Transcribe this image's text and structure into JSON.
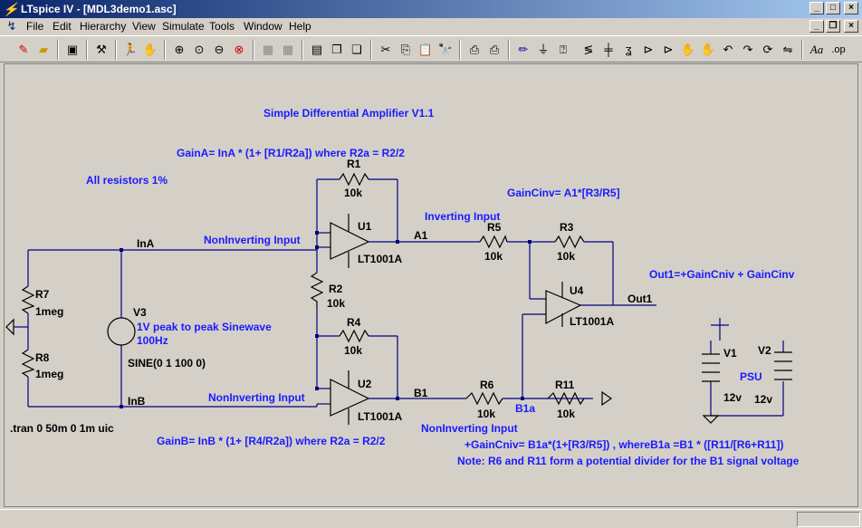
{
  "window": {
    "title": "LTspice IV - [MDL3demo1.asc]"
  },
  "menu": [
    "File",
    "Edit",
    "Hierarchy",
    "View",
    "Simulate",
    "Tools",
    "Window",
    "Help"
  ],
  "toolbar": {
    "icons": [
      "new-schematic-icon",
      "open-icon",
      "save-icon",
      "control-panel-icon",
      "run-icon",
      "halt-icon",
      "zoom-in-icon",
      "pan-icon",
      "zoom-out-icon",
      "zoom-cancel-icon",
      "autorange-icon",
      "fit-icon",
      "tile-horizontal-icon",
      "cascade-icon",
      "close-all-icon",
      "cut-icon",
      "copy-icon",
      "paste-icon",
      "find-icon",
      "print-setup-icon",
      "print-icon",
      "wire-icon",
      "ground-icon",
      "label-net-icon",
      "resistor-icon",
      "capacitor-icon",
      "inductor-icon",
      "diode-icon",
      "component-icon",
      "move-icon",
      "drag-icon",
      "undo-icon",
      "redo-icon",
      "rotate-icon",
      "mirror-icon",
      "text-icon",
      "spice-directive-icon"
    ]
  },
  "schematic": {
    "title": "Simple Differential Amplifier V1.1",
    "notes": {
      "gainA": "GainA= InA * (1+ [R1/R2a]) where R2a = R2/2",
      "resistors": "All resistors 1%",
      "gainCinv": "GainCinv= A1*[R3/R5]",
      "inverting_input": "Inverting Input",
      "out1_eq": "Out1=+GainCniv + GainCinv",
      "noninv_a": "NonInverting Input",
      "noninv_b": "NonInverting Input",
      "noninv_c": "NonInverting Input",
      "gainB": "GainB= InB * (1+ [R4/R2a]) where R2a = R2/2",
      "gainCniv": "+GainCniv= B1a*(1+[R3/R5]) , whereB1a =B1 * ([R11/[R6+R11])",
      "divider_note": "Note: R6 and R11 form a potential divider for the B1 signal voltage",
      "psu": "PSU",
      "sine_desc_1": "1V peak  to peak Sinewave",
      "sine_desc_2": "100Hz",
      "tran": ".tran 0 50m 0 1m uic"
    },
    "nets": {
      "InA": "InA",
      "InB": "InB",
      "A1": "A1",
      "B1": "B1",
      "B1a": "B1a",
      "Out1": "Out1"
    },
    "components": {
      "R1": {
        "name": "R1",
        "value": "10k"
      },
      "R2": {
        "name": "R2",
        "value": "10k"
      },
      "R3": {
        "name": "R3",
        "value": "10k"
      },
      "R4": {
        "name": "R4",
        "value": "10k"
      },
      "R5": {
        "name": "R5",
        "value": "10k"
      },
      "R6": {
        "name": "R6",
        "value": "10k"
      },
      "R7": {
        "name": "R7",
        "value": "1meg"
      },
      "R8": {
        "name": "R8",
        "value": "1meg"
      },
      "R11": {
        "name": "R11",
        "value": "10k"
      },
      "U1": {
        "name": "U1",
        "model": "LT1001A"
      },
      "U2": {
        "name": "U2",
        "model": "LT1001A"
      },
      "U4": {
        "name": "U4",
        "model": "LT1001A"
      },
      "V1": {
        "name": "V1",
        "value": "12v"
      },
      "V2": {
        "name": "V2",
        "value": "12v"
      },
      "V3": {
        "name": "V3",
        "value": "SINE(0 1 100 0)"
      }
    }
  },
  "colors": {
    "wire": "#000080",
    "note_text": "#1a1aff",
    "label_text": "#000000",
    "titlebar": "#0a246a"
  }
}
